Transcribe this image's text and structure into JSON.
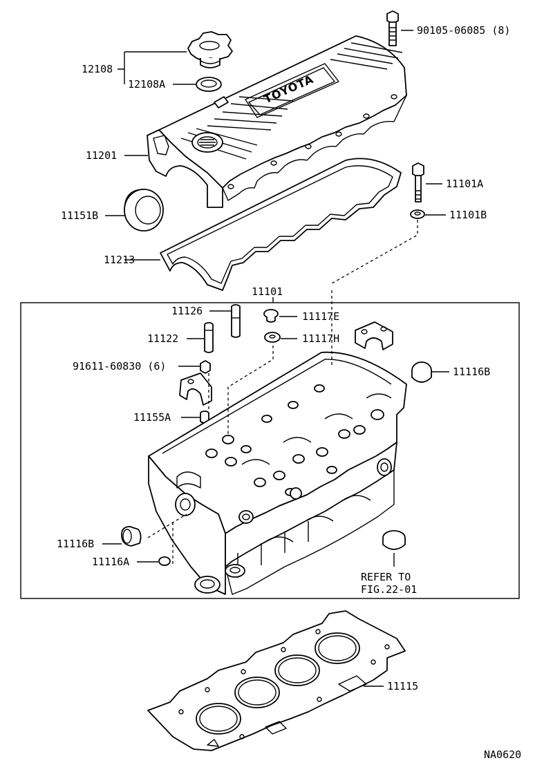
{
  "labels": {
    "bolt_cover": "90105-06085 (8)",
    "cap": "12108",
    "cap_gasket": "12108A",
    "head_cover": "11201",
    "seal_151b": "11151B",
    "cover_gasket": "11213",
    "bolt_101a": "11101A",
    "washer_101b": "11101B",
    "head_sub": "11101",
    "guide_126": "11126",
    "guide_122": "11122",
    "plug_117e": "11117E",
    "plug_117h": "11117H",
    "nut": "91611-60830 (6)",
    "plug_116b_right": "11116B",
    "pin_155a": "11155A",
    "plug_116b_left": "11116B",
    "plug_116a": "11116A",
    "refer_line1": "REFER TO",
    "refer_line2": "FIG.22-01",
    "head_gasket": "11115",
    "figure_id": "NA0620"
  },
  "cover_logo": "TOYOTA"
}
